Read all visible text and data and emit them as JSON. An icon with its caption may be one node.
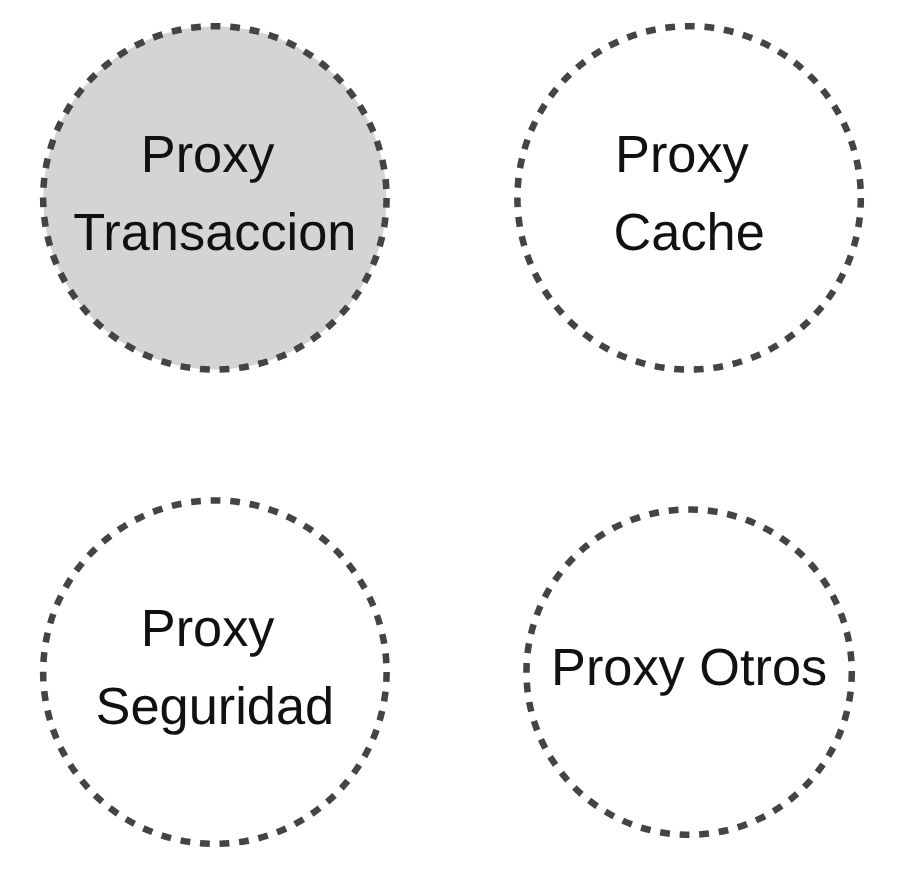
{
  "diagram": {
    "nodes": [
      {
        "text": [
          "Proxy Transaccion"
        ]
      },
      {
        "text": [
          "Proxy Cache"
        ]
      },
      {
        "text": [
          "Proxy Seguridad"
        ]
      },
      {
        "text": [
          "Proxy Otros"
        ]
      }
    ],
    "edges": []
  }
}
